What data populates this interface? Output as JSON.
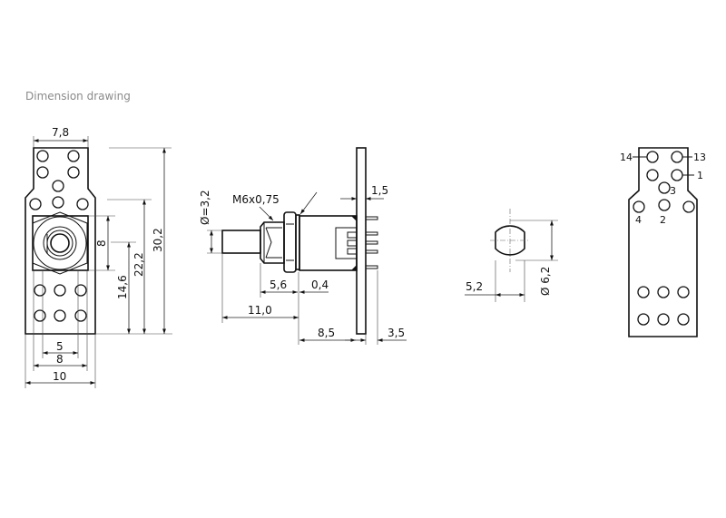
{
  "header": {
    "title": "Dimension drawing"
  },
  "front_view": {
    "dims": {
      "top_width": "7,8",
      "nut_height": "8",
      "shaft_center_height": "14,6",
      "shoulder_height": "22,2",
      "total_height": "30,2",
      "inner_width": "5",
      "mid_width": "8",
      "total_width": "10"
    }
  },
  "side_view": {
    "dims": {
      "shaft_diameter": "Ø=3,2",
      "thread": "M6x0,75",
      "pcb_thickness": "1,5",
      "bushing_length": "5,6",
      "washer": "0,4",
      "shaft_length": "11,0",
      "body_length": "8,5",
      "pin_length": "3,5"
    }
  },
  "panel_cutout": {
    "dims": {
      "flat_width": "5,2",
      "diameter": "Ø 6,2"
    }
  },
  "footprint": {
    "pin_labels": {
      "p14": "14",
      "p13": "13",
      "p1": "1",
      "p3": "3",
      "p4": "4",
      "p2": "2"
    }
  }
}
